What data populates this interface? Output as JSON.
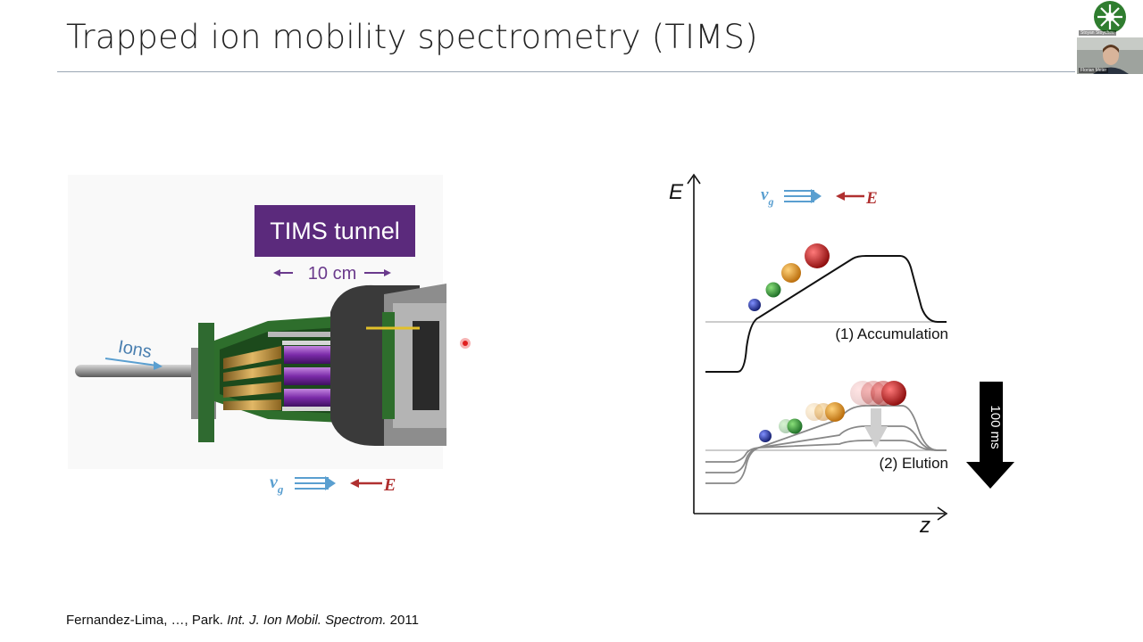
{
  "slide": {
    "title": "Trapped ion mobility spectrometry (TIMS)",
    "citation": {
      "authors": "Fernandez-Lima, …, Park.",
      "journal": "Int. J. Ion Mobil. Spectrom.",
      "year": "2011"
    }
  },
  "device": {
    "box_label": "TIMS tunnel",
    "length_label": "10 cm",
    "ions_label": "Ions",
    "vg_label": "v",
    "vg_subscript": "g",
    "field_label": "E"
  },
  "energy_diagram": {
    "y_axis_label": "E",
    "x_axis_label": "z",
    "vg_label": "v",
    "vg_subscript": "g",
    "field_label": "E",
    "stage1_label": "(1) Accumulation",
    "stage2_label": "(2) Elution",
    "time_label": "100 ms"
  },
  "participants": [
    {
      "name": "Stoyan Stoychev"
    },
    {
      "name": "Florian Meier"
    }
  ],
  "colors": {
    "title_rule": "#9aa7b4",
    "box_purple": "#5b2a7c",
    "label_purple": "#6a3a8c",
    "vg_blue": "#5a9fd0",
    "field_red": "#b03030",
    "pointer_red": "#e02020",
    "ion_blue": "#1f2f8a",
    "ion_green": "#2e8b3e",
    "ion_orange": "#e08a1a",
    "ion_red": "#b01818",
    "logo_green": "#2f7d2f"
  },
  "icons": [
    "laser-pointer-icon",
    "arrow-down-icon",
    "org-logo-icon"
  ]
}
